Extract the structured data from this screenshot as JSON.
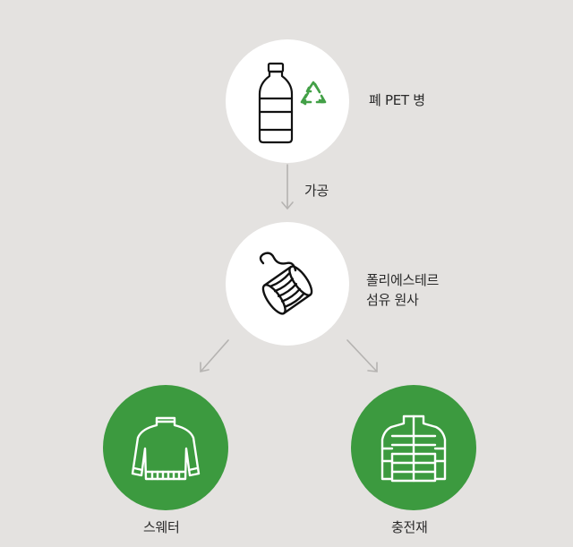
{
  "nodes": {
    "pet_bottle": {
      "label": "폐 PET 병",
      "icon": "bottle-recycle-icon"
    },
    "polyester_yarn": {
      "label_line1": "폴리에스테르",
      "label_line2": "섬유 원사",
      "icon": "thread-spool-icon"
    },
    "sweater": {
      "label": "스웨터",
      "icon": "sweater-icon"
    },
    "padding": {
      "label": "충전재",
      "icon": "padded-jacket-icon"
    }
  },
  "edges": {
    "processing": {
      "label": "가공"
    }
  },
  "colors": {
    "background": "#e4e2e0",
    "recycle_green": "#43a047",
    "product_green": "#3c9a3f",
    "arrow_gray": "#b5b3b1"
  }
}
